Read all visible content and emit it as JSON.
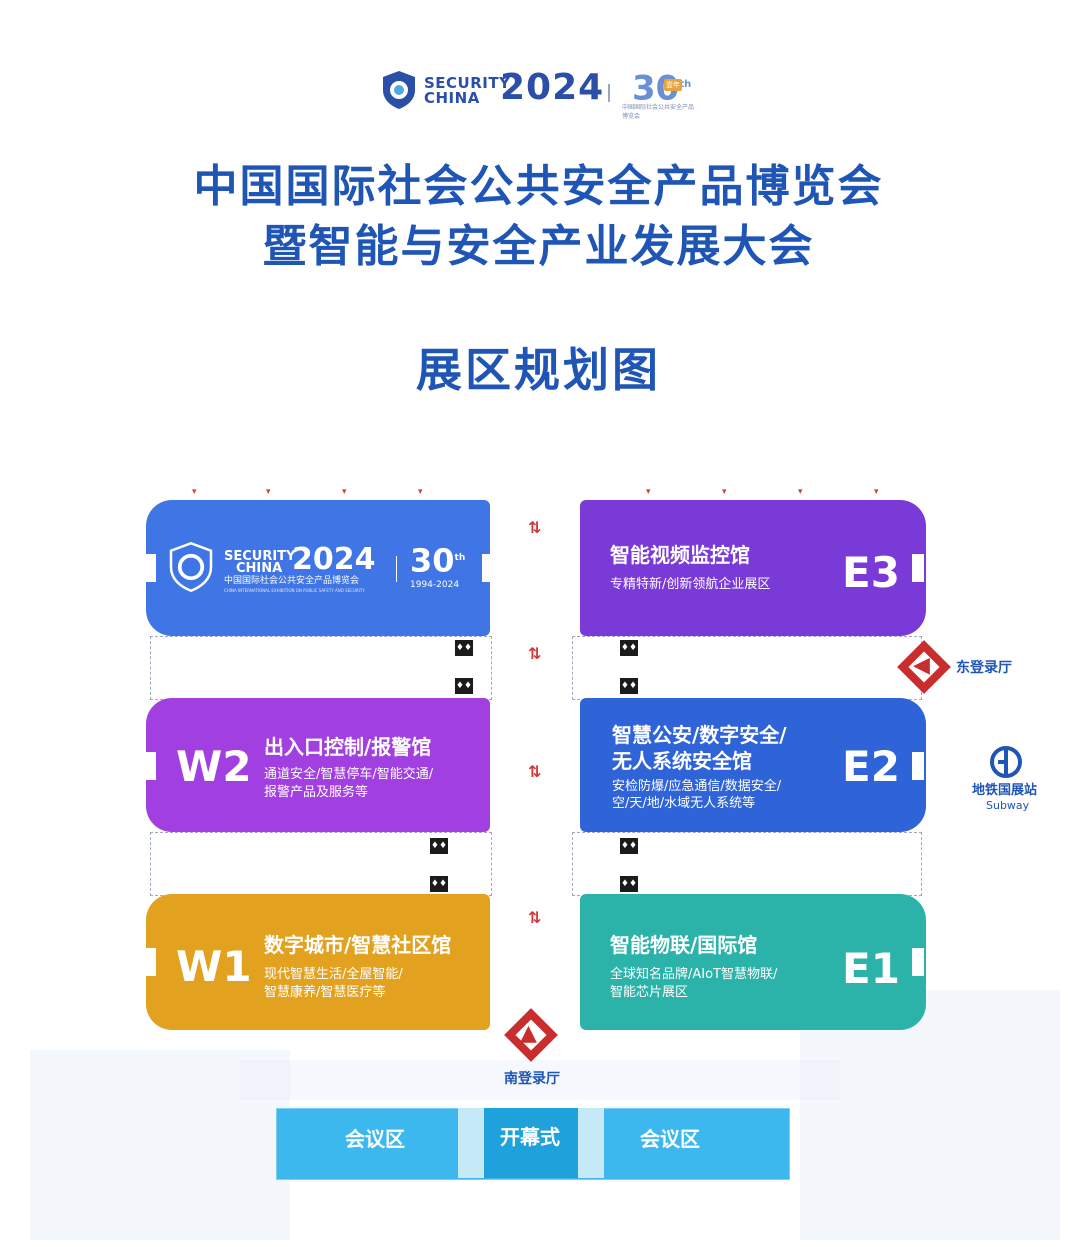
{
  "header": {
    "logo_security": "SECURITY",
    "logo_china": "CHINA",
    "logo_year": "2024",
    "anniv": "30",
    "anniv_suffix": "th",
    "anniv_badge": "壹年",
    "anniv_sub": "中国国际社会公共安全产品博览会"
  },
  "title": {
    "line1": "中国国际社会公共安全产品博览会",
    "line2": "暨智能与安全产业发展大会",
    "map_title": "展区规划图"
  },
  "halls": {
    "brand": {
      "security": "SECURITY",
      "china": "CHINA",
      "year": "2024",
      "cn": "中国国际社会公共安全产品博览会",
      "en": "CHINA INTERNATIONAL EXHIBITION ON PUBLIC SAFETY AND SECURITY",
      "anniv": "30",
      "anniv_suffix": "th",
      "years": "1994-2024",
      "color": "#3f75e4"
    },
    "W2": {
      "code": "W2",
      "name": "出入口控制/报警馆",
      "desc1": "通道安全/智慧停车/智能交通/",
      "desc2": "报警产品及服务等",
      "color": "#a23fe0"
    },
    "W1": {
      "code": "W1",
      "name": "数字城市/智慧社区馆",
      "desc1": "现代智慧生活/全屋智能/",
      "desc2": "智慧康养/智慧医疗等",
      "color": "#e2a21f"
    },
    "E3": {
      "code": "E3",
      "name": "智能视频监控馆",
      "desc1": "专精特新/创新领航企业展区",
      "color": "#7a3ad8"
    },
    "E2": {
      "code": "E2",
      "name1": "智慧公安/数字安全/",
      "name2": "无人系统安全馆",
      "desc1": "安检防爆/应急通信/数据安全/",
      "desc2": "空/天/地/水域无人系统等",
      "color": "#2f63d8"
    },
    "E1": {
      "code": "E1",
      "name": "智能物联/国际馆",
      "desc1": "全球知名品牌/AIoT智慧物联/",
      "desc2": "智能芯片展区",
      "color": "#2bb3aa"
    }
  },
  "entrances": {
    "east": "东登录厅",
    "south": "南登录厅"
  },
  "subway": {
    "name": "地铁国展站",
    "en": "Subway"
  },
  "conference": {
    "left": "会议区",
    "middle": "开幕式",
    "right": "会议区"
  }
}
